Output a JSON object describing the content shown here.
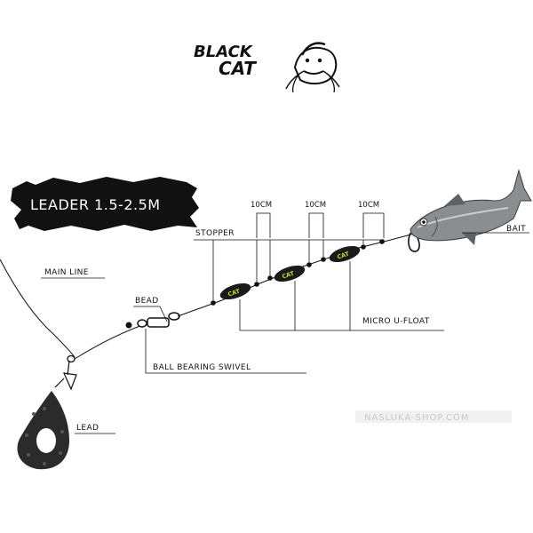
{
  "logo": {
    "name": "black-cat-logo",
    "text_top": "BLACK",
    "text_bottom": "CAT"
  },
  "leader_banner": {
    "text": "LEADER 1.5-2.5M"
  },
  "labels": {
    "main_line": "MAIN LINE",
    "bead": "BEAD",
    "ball_bearing_swivel": "BALL BEARING SWIVEL",
    "stopper": "STOPPER",
    "micro_u_float": "MICRO U-FLOAT",
    "lead": "LEAD",
    "bait": "BAIT"
  },
  "spacings": [
    "10CM",
    "10CM",
    "10CM"
  ],
  "watermark": "NASLUKA-SHOP.COM",
  "float_brand": "CAT",
  "colors": {
    "line": "#111111",
    "float_body": "#1a1a1a",
    "float_accent": "#c8d62a",
    "lead": "#2b2b2b",
    "fish_body": "#8a8e91",
    "banner": "#111111"
  }
}
